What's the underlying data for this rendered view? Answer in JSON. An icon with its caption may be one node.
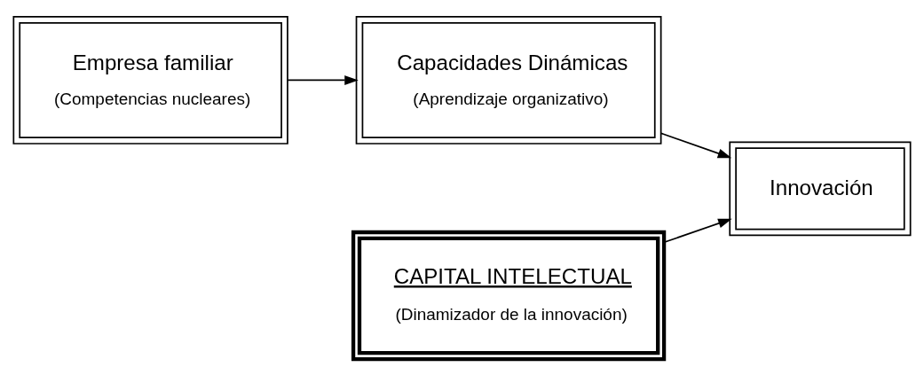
{
  "diagram": {
    "nodes": [
      {
        "text": [
          "Empresa familiar",
          "(Competencias nucleares)"
        ]
      },
      {
        "text": [
          "Capacidades Dinámicas",
          "(Aprendizaje organizativo)"
        ]
      },
      {
        "text": [
          "Innovación"
        ]
      },
      {
        "text": [
          "CAPITAL INTELECTUAL",
          "(Dinamizador de la innovación)"
        ]
      }
    ],
    "edges": [
      {
        "from": 0,
        "to": 1,
        "arrow": "to"
      },
      {
        "from": 1,
        "to": 2,
        "arrow": "to"
      },
      {
        "from": 3,
        "to": 2,
        "arrow": "to"
      }
    ]
  }
}
